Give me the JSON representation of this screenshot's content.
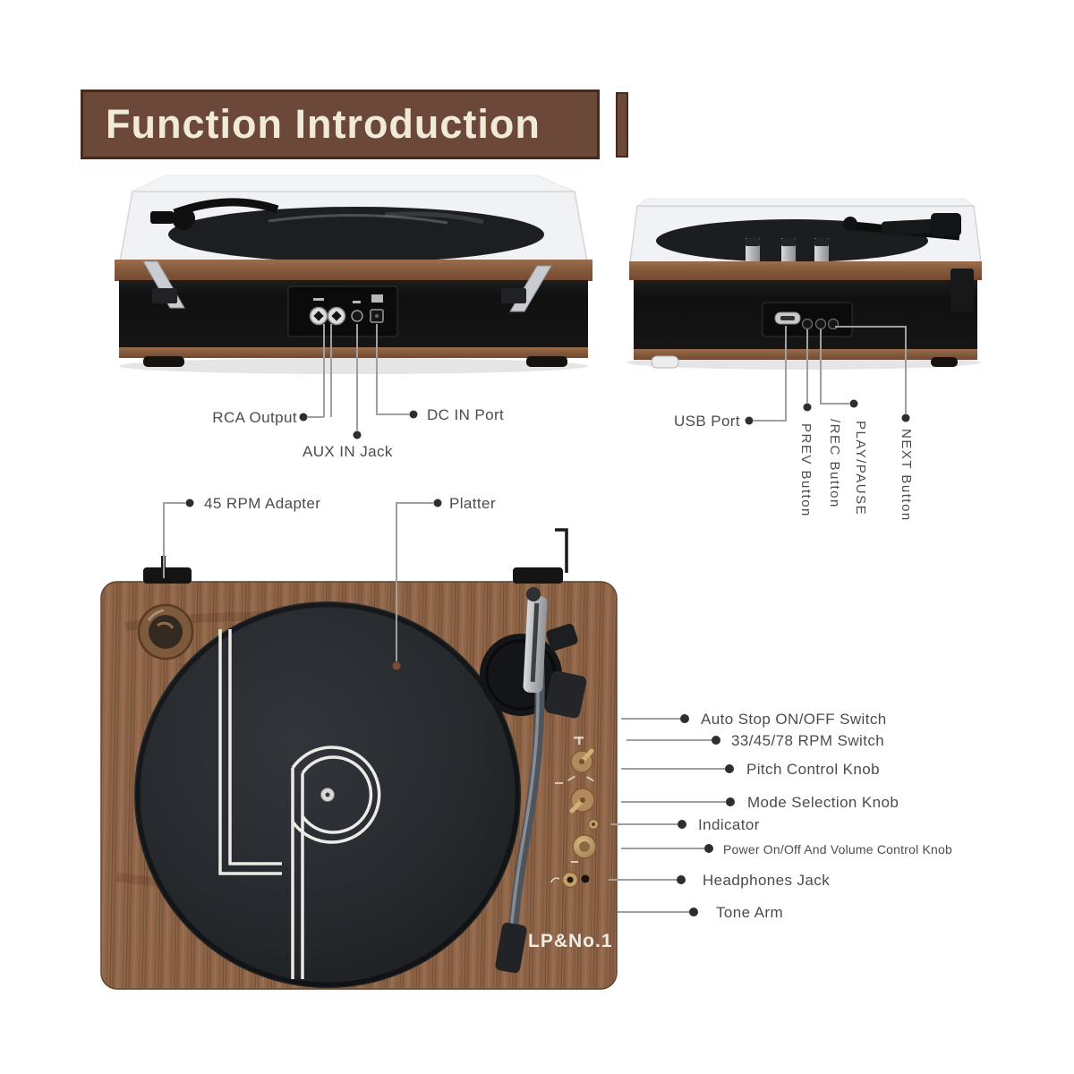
{
  "header": {
    "title": "Function Introduction",
    "bar_color": "#6b4837",
    "text_color": "#f2ead8"
  },
  "brand": {
    "logo_text": "LP&No.1"
  },
  "colors": {
    "label_text": "#4c4c4c",
    "connector_line": "#9f9f9f",
    "wood": "#8a5f42",
    "platter": "#26292c",
    "gold_controls": "#b5926a"
  },
  "labels": {
    "rca": "RCA Output",
    "aux": "AUX IN Jack",
    "dc": "DC IN Port",
    "usb": "USB Port",
    "prev": "PREV Button",
    "play_pause_line1": "PLAY/PAUSE",
    "play_pause_line2": "/REC Button",
    "next": "NEXT Button",
    "adapter": "45 RPM Adapter",
    "platter": "Platter",
    "auto_stop": "Auto Stop ON/OFF Switch",
    "rpm_switch": "33/45/78 RPM Switch",
    "pitch": "Pitch Control Knob",
    "mode": "Mode Selection Knob",
    "indicator": "Indicator",
    "power": "Power On/Off And Volume Control Knob",
    "headphones": "Headphones Jack",
    "tone_arm": "Tone Arm"
  }
}
